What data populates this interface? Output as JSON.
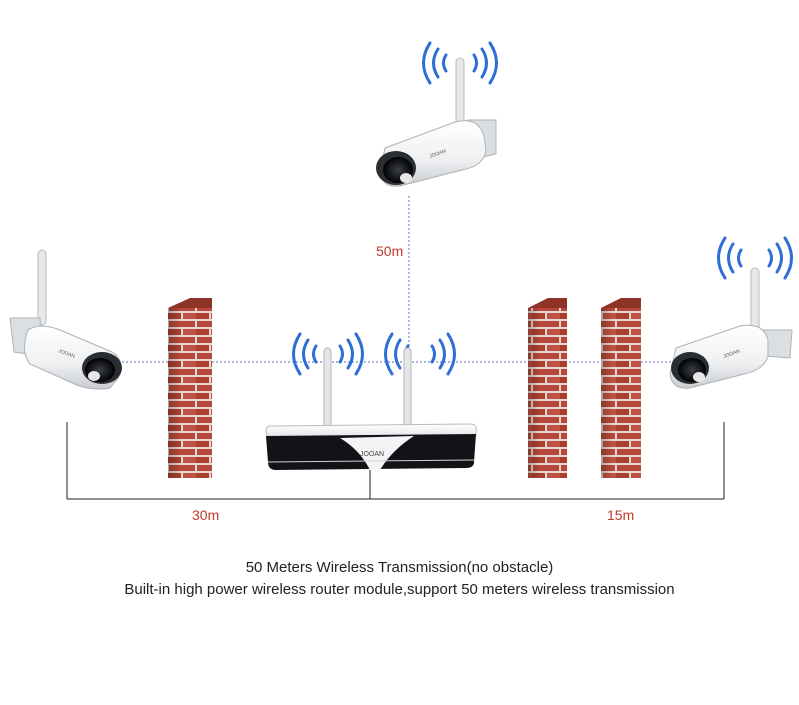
{
  "diagram": {
    "labels": {
      "vertical_distance": "50m",
      "left_distance": "30m",
      "right_distance": "15m"
    },
    "brand_mark": "JOOAN",
    "caption": {
      "line1": "50 Meters Wireless Transmission(no obstacle)",
      "line2": "Built-in high power wireless router module,support 50 meters wireless transmission"
    },
    "colors": {
      "signal": "#2d6fd6",
      "distance_label": "#c0392b",
      "brick": "#b5483a",
      "mortar": "#e9d6cf",
      "guide_line": "#5a6fc4"
    },
    "icons": [
      "camera-icon",
      "nvr-icon",
      "brick-wall-icon",
      "wifi-signal-icon"
    ]
  }
}
